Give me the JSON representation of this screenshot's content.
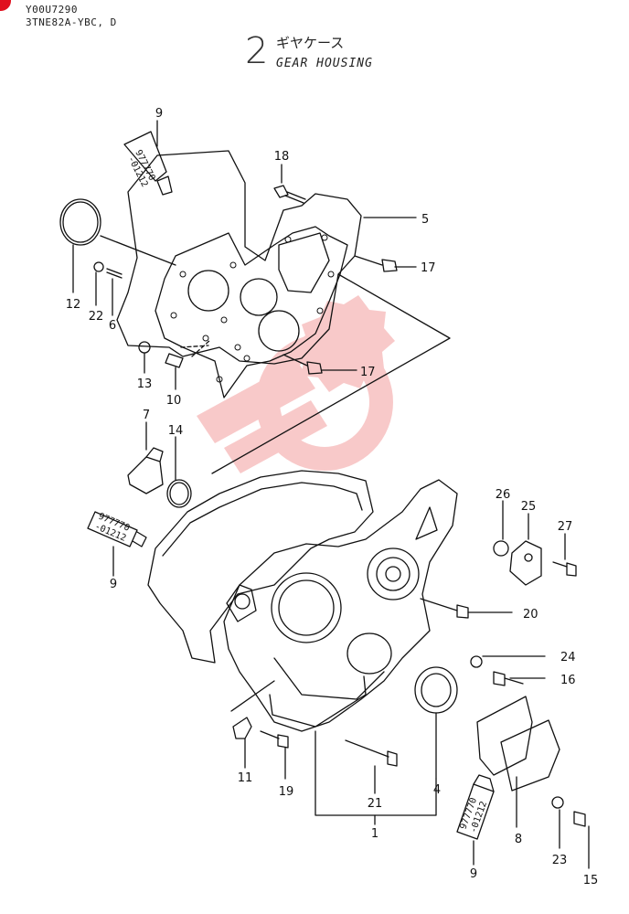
{
  "header": {
    "doc_code": "Y00U7290",
    "model": "3TNE82A-YBC, D",
    "section_number": "2",
    "title_jp": "ギヤケース",
    "title_en": "GEAR HOUSING"
  },
  "callouts": [
    "9",
    "18",
    "5",
    "17",
    "12",
    "22",
    "6",
    "13",
    "10",
    "17",
    "7",
    "14",
    "26",
    "25",
    "27",
    "9",
    "20",
    "24",
    "16",
    "11",
    "19",
    "21",
    "4",
    "8",
    "23",
    "15",
    "1",
    "9"
  ],
  "sealant_tube": {
    "line1": "977770",
    "line2": "-01212"
  },
  "colors": {
    "line": "#111111",
    "watermark": "#f08a8a",
    "corner": "#e0101e"
  }
}
